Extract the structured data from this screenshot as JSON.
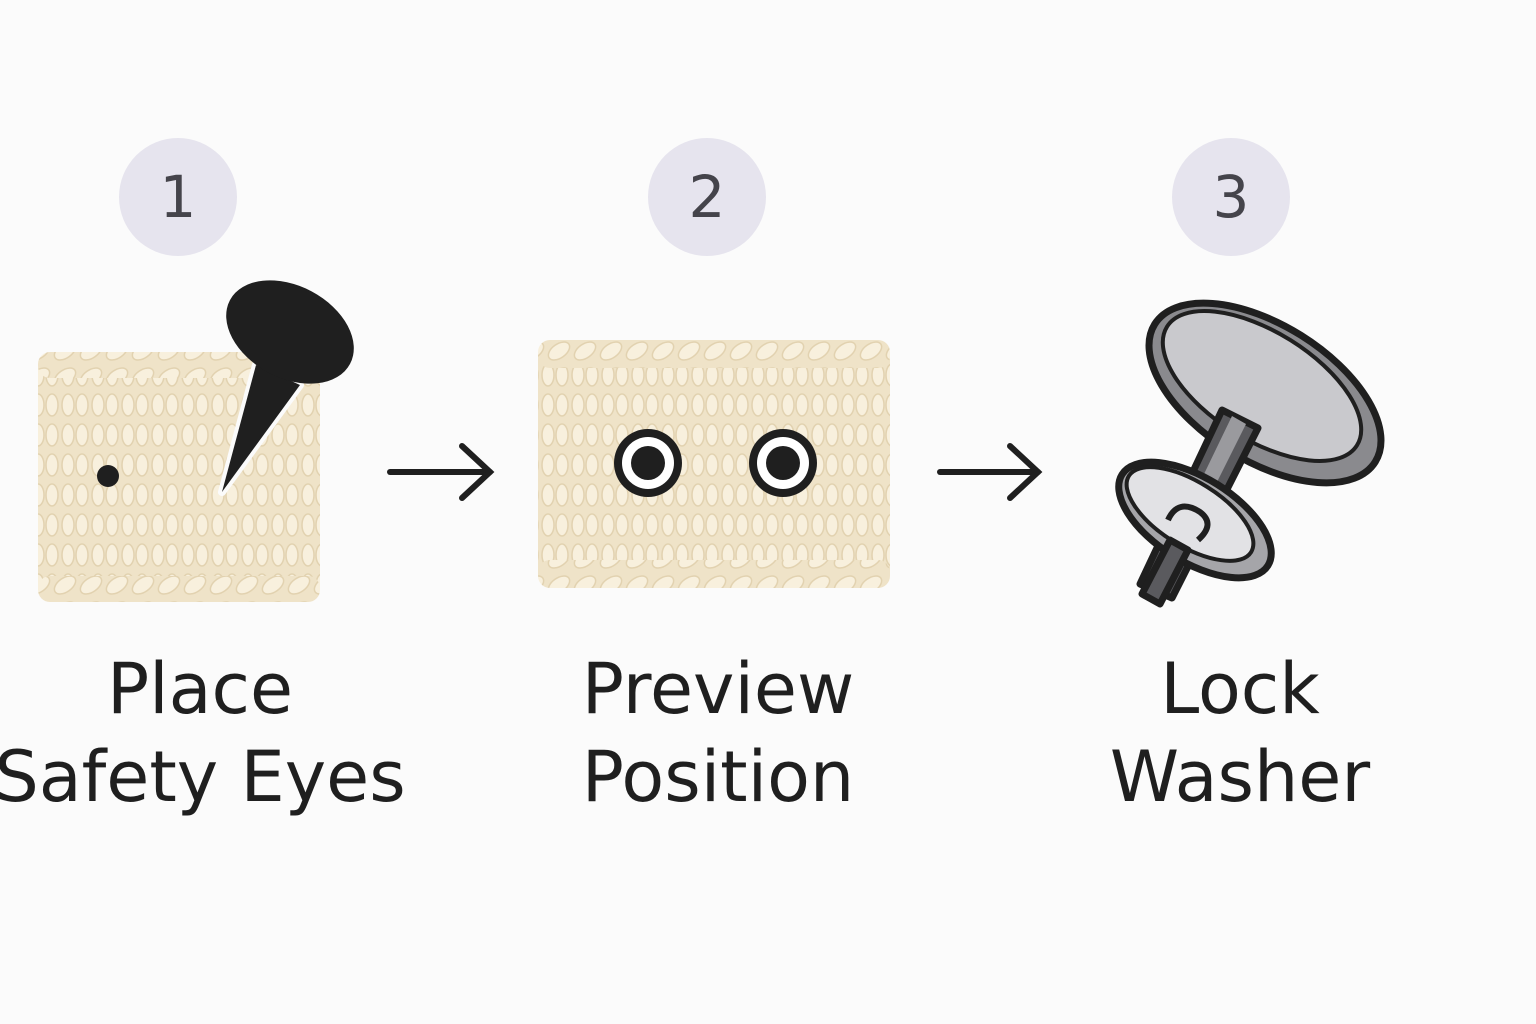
{
  "steps": [
    {
      "number": "1",
      "line1": "Place",
      "line2": "Safety Eyes"
    },
    {
      "number": "2",
      "line1": "Preview",
      "line2": "Position"
    },
    {
      "number": "3",
      "line1": "Lock",
      "line2": "Washer"
    }
  ],
  "icons": {
    "arrow": "right-arrow-icon",
    "fabric": "knit-fabric-icon",
    "pin": "safety-eye-pin-icon",
    "eyes": "safety-eye-icon",
    "washer": "lock-washer-icon"
  },
  "colors": {
    "background": "#fbfbfb",
    "badge": "#e6e4ee",
    "badge_text": "#45444b",
    "fabric": "#efe3c8",
    "fabric_stitch": "#f8f0dd",
    "ink": "#1f1f1f",
    "washer_gray": "#8a8a8e"
  }
}
